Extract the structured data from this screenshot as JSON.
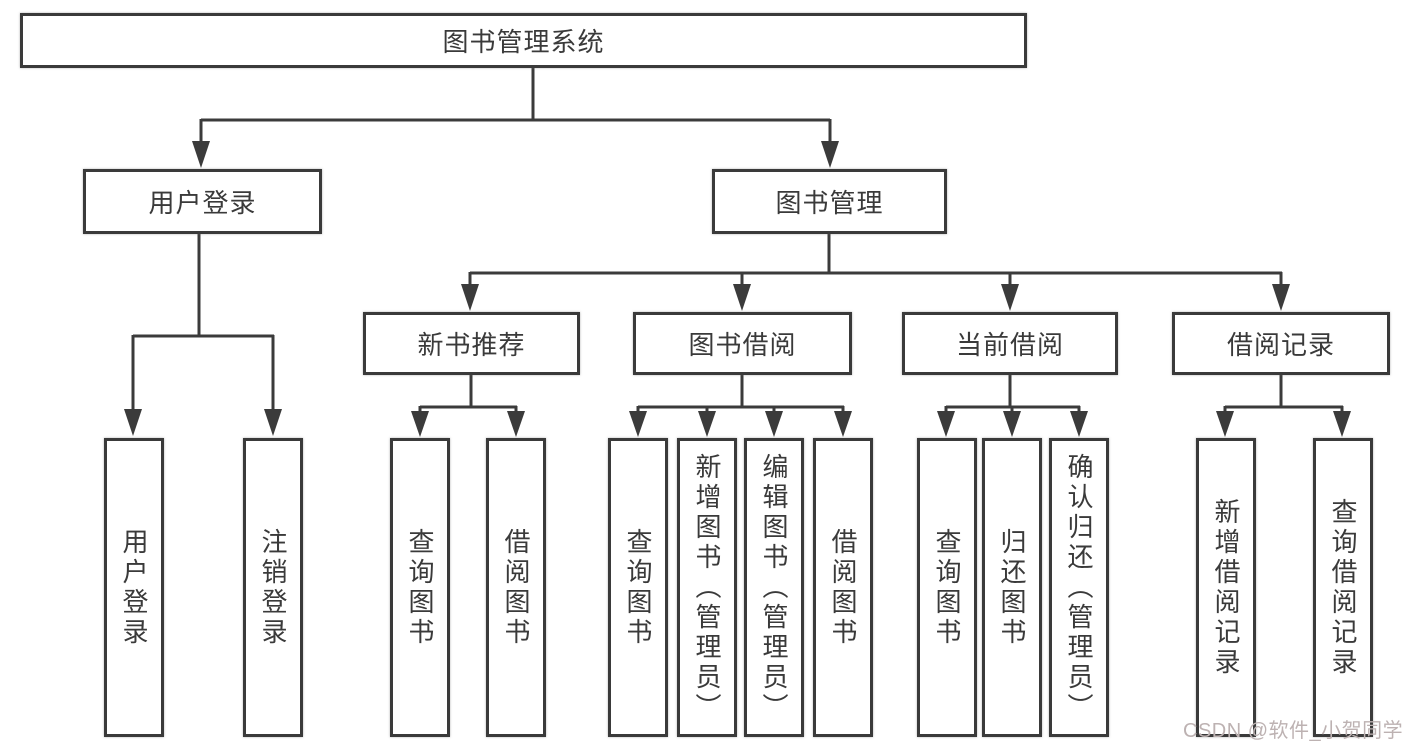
{
  "diagram": {
    "title": "图书管理系统",
    "level2": {
      "user_login": "用户登录",
      "book_management": "图书管理"
    },
    "level3": {
      "new_book_recommend": "新书推荐",
      "book_borrowing": "图书借阅",
      "current_borrowing": "当前借阅",
      "borrowing_records": "借阅记录"
    },
    "leaves": {
      "user_login": [
        "用户登录",
        "注销登录"
      ],
      "new_book_recommend": [
        "查询图书",
        "借阅图书"
      ],
      "book_borrowing": [
        "查询图书",
        "新增图书（管理员）",
        "编辑图书（管理员）",
        "借阅图书"
      ],
      "current_borrowing": [
        "查询图书",
        "归还图书",
        "确认归还（管理员）"
      ],
      "borrowing_records": [
        "新增借阅记录",
        "查询借阅记录"
      ]
    },
    "watermark": "CSDN @软件_小贺同学"
  },
  "colors": {
    "line": "#3b3b3b",
    "text": "#3a3a3a",
    "box_background": "#ffffff",
    "watermark": "#bdb2b2",
    "page_background": "#ffffff"
  }
}
